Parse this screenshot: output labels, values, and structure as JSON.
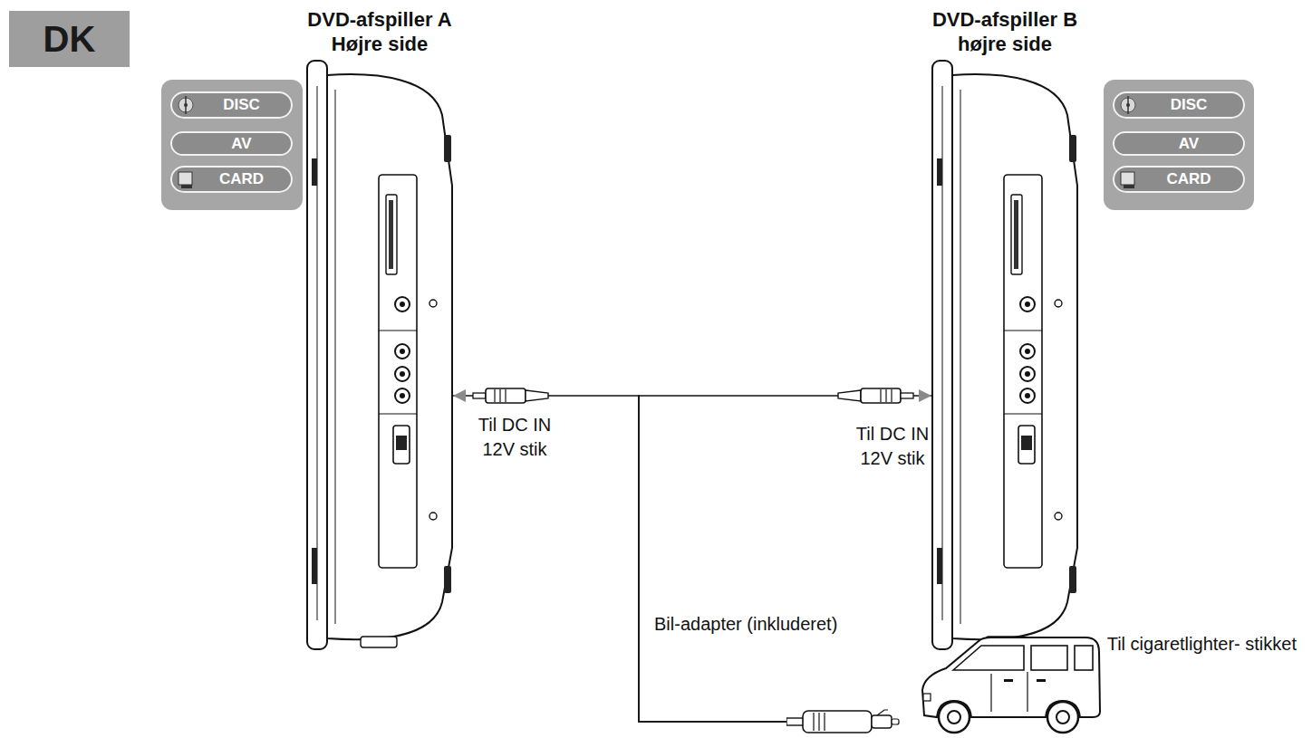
{
  "diagram": {
    "nodes": [
      {
        "text": [
          "DK"
        ]
      },
      {
        "text": [
          "DVD-afspiller A Højre side"
        ]
      },
      {
        "text": [
          "DISC"
        ]
      },
      {
        "text": [
          "AV"
        ]
      },
      {
        "text": [
          "CARD"
        ]
      },
      {
        "text": [
          "DVD-afspiller B højre side"
        ]
      },
      {
        "text": [
          "DISC"
        ]
      },
      {
        "text": [
          "AV"
        ]
      },
      {
        "text": [
          "CARD"
        ]
      },
      {
        "text": [
          "Til cigaretlighter- stikket"
        ]
      }
    ],
    "edges": [
      {
        "from": 9,
        "to": 1,
        "arrow": "to",
        "label": "Til DC IN 12V stik"
      },
      {
        "from": 9,
        "to": 5,
        "arrow": "to",
        "label": "Til DC IN 12V stik"
      }
    ],
    "labels": [
      "Bil-adapter (inkluderet)"
    ]
  }
}
